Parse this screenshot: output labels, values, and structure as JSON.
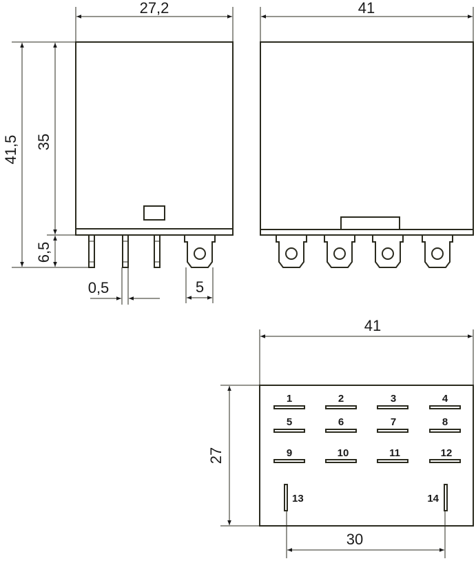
{
  "side_view": {
    "width": "27,2",
    "total_height": "41,5",
    "body_height": "35",
    "pin_length": "6,5",
    "pin_thickness": "0,5",
    "tab_width": "5"
  },
  "front_view": {
    "width": "41"
  },
  "bottom_view": {
    "width": "41",
    "height": "27",
    "pin_spacing": "30",
    "pins": [
      "1",
      "2",
      "3",
      "4",
      "5",
      "6",
      "7",
      "8",
      "9",
      "10",
      "11",
      "12",
      "13",
      "14"
    ]
  }
}
